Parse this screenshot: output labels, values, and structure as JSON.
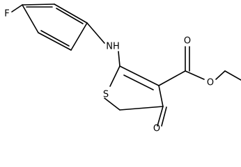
{
  "atoms": {
    "fluorine": "F",
    "amine": "NH",
    "sulfur": "S",
    "ketone_oxygen": "O",
    "carbonyl_oxygen": "O",
    "ester_oxygen": "O"
  }
}
